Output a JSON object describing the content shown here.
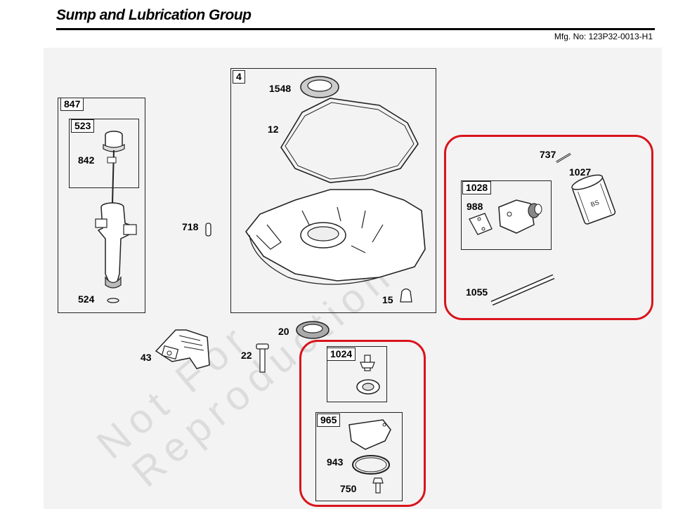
{
  "header": {
    "title": "Sump and Lubrication Group",
    "mfg_no": "Mfg. No: 123P32-0013-H1"
  },
  "watermark": {
    "line1": "Not For",
    "line2": "Reproduction"
  },
  "highlight_color": "#d9141c",
  "groups": {
    "g847": {
      "tag": "847"
    },
    "g523": {
      "tag": "523"
    },
    "g4": {
      "tag": "4"
    },
    "g1028": {
      "tag": "1028"
    },
    "g1024": {
      "tag": "1024"
    },
    "g965": {
      "tag": "965"
    }
  },
  "parts": {
    "p842": "842",
    "p524": "524",
    "p718": "718",
    "p1548": "1548",
    "p12": "12",
    "p15": "15",
    "p737": "737",
    "p1027": "1027",
    "p988": "988",
    "p1055": "1055",
    "p20": "20",
    "p43": "43",
    "p22": "22",
    "p943": "943",
    "p750": "750"
  }
}
